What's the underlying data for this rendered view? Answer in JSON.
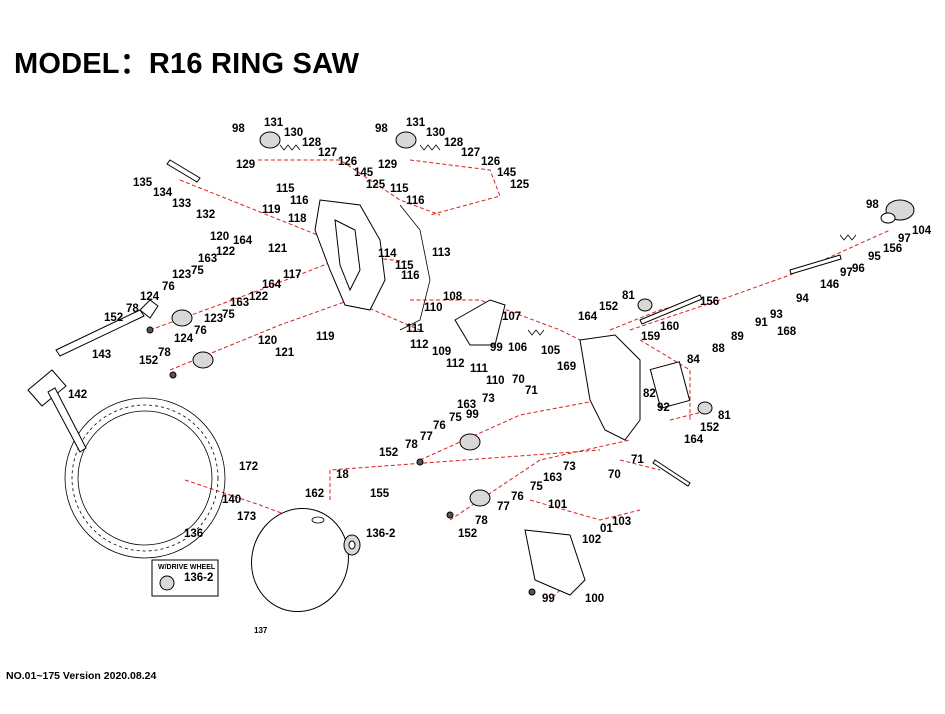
{
  "title": "MODEL：R16  RING SAW",
  "footer": "NO.01~175  Version 2020.08.24",
  "drive_wheel_box_label": "W/DRIVE WHEEL",
  "labels": [
    "98",
    "131",
    "130",
    "128",
    "127",
    "126",
    "145",
    "125",
    "129",
    "135",
    "134",
    "133",
    "132",
    "115",
    "116",
    "119",
    "118",
    "120",
    "164",
    "121",
    "114",
    "113",
    "163",
    "122",
    "123",
    "75",
    "117",
    "76",
    "124",
    "78",
    "152",
    "143",
    "142",
    "108",
    "110",
    "111",
    "112",
    "109",
    "107",
    "106",
    "105",
    "99",
    "169",
    "70",
    "71",
    "73",
    "77",
    "172",
    "140",
    "173",
    "162",
    "18",
    "155",
    "136",
    "136-2",
    "137",
    "101",
    "01",
    "102",
    "103",
    "100",
    "81",
    "156",
    "160",
    "159",
    "91",
    "89",
    "168",
    "88",
    "84",
    "82",
    "92",
    "93",
    "94",
    "146",
    "96",
    "95",
    "97",
    "104"
  ],
  "icons": [
    "ring-saw-blade",
    "hex-wrench",
    "box-wrench",
    "blade-guard-disc",
    "drive-wheel",
    "ring-saw-frame",
    "motor-housing-casting",
    "gear-cover",
    "bearing",
    "screw",
    "spring",
    "spindle",
    "shaft"
  ],
  "colors": {
    "assembly_line": "#d9201f",
    "ink": "#000000",
    "background": "#ffffff"
  }
}
